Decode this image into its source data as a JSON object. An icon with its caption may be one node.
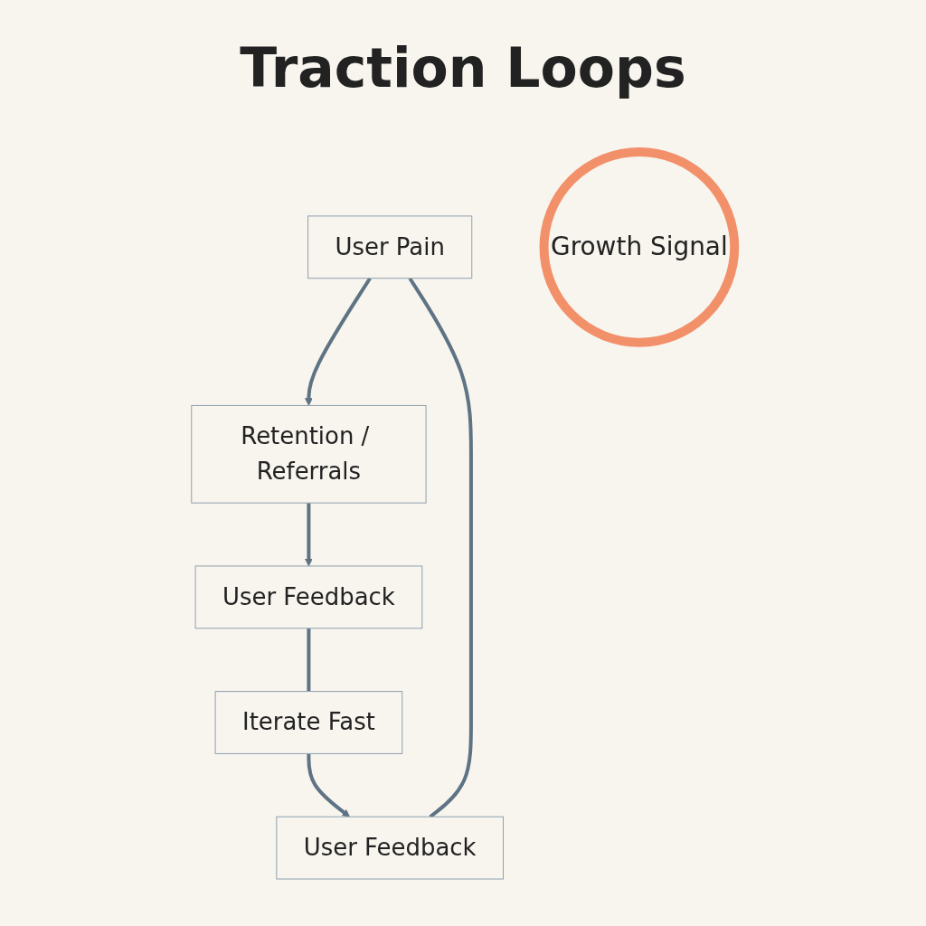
{
  "diagram": {
    "title": "Traction Loops",
    "nodes": [
      {
        "text": [
          "User Pain"
        ]
      },
      {
        "text": [
          "Retention / Referrals"
        ]
      },
      {
        "text": [
          "User Feedback"
        ]
      },
      {
        "text": [
          "Iterate Fast"
        ]
      },
      {
        "text": [
          "User Feedback"
        ]
      },
      {
        "text": [
          "Growth Signal"
        ]
      }
    ],
    "edges": [
      {
        "from": 0,
        "to": 1,
        "arrow": "to"
      },
      {
        "from": 1,
        "to": 2,
        "arrow": "to"
      },
      {
        "from": 2,
        "to": 3,
        "arrow": "none"
      },
      {
        "from": 3,
        "to": 4,
        "arrow": "to"
      },
      {
        "from": 4,
        "to": 0,
        "arrow": "none"
      }
    ]
  }
}
